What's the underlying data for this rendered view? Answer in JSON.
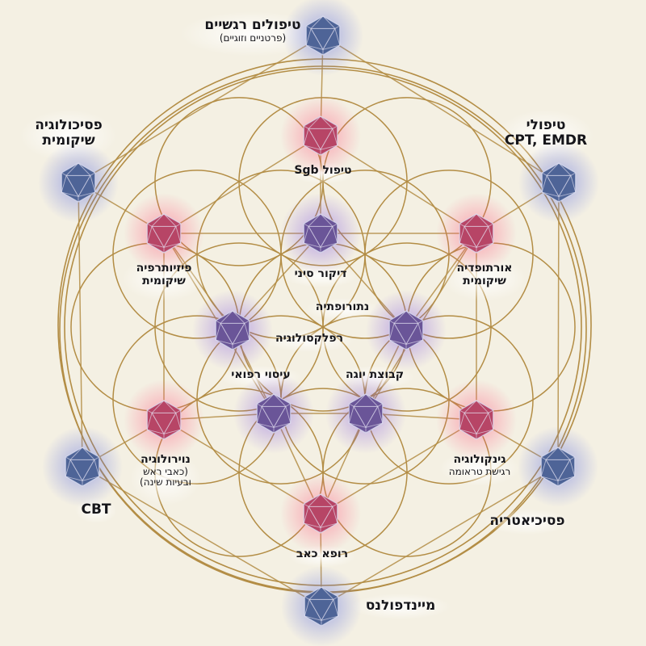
{
  "colors": {
    "background": "#f4f0e3",
    "lines": "#b38d45",
    "blue_node": "#4e6497",
    "pink_node": "#b74566",
    "purple_node": "#6a5598"
  },
  "nodes": {
    "emotional": {
      "color": "blue"
    },
    "somatic_psych": {
      "color": "blue"
    },
    "cpt_emdr": {
      "color": "blue"
    },
    "sgb": {
      "color": "pink"
    },
    "physio": {
      "color": "pink"
    },
    "chinese": {
      "color": "purple"
    },
    "ortho": {
      "color": "pink"
    },
    "reflex": {
      "color": "purple"
    },
    "naturo": {
      "color": "purple"
    },
    "massage": {
      "color": "purple"
    },
    "yoga": {
      "color": "purple"
    },
    "neuro": {
      "color": "pink"
    },
    "gyne": {
      "color": "pink"
    },
    "cbt": {
      "color": "blue"
    },
    "psychiatry": {
      "color": "blue"
    },
    "pain": {
      "color": "pink"
    },
    "mindfulness": {
      "color": "blue"
    }
  },
  "labels": {
    "emotional": {
      "line1": "טיפולים רגשיים",
      "sub": "(פרטניים וזוגיים)"
    },
    "somatic_psych": {
      "line1": "פסיכולוגיה",
      "line2": "שיקומית"
    },
    "cpt_emdr": {
      "line1": "טיפולי",
      "line2": "CPT, EMDR"
    },
    "sgb": {
      "line1": "טיפול Sgb"
    },
    "physio": {
      "line1": "פיזיותרפיה",
      "line2": "שיקומית"
    },
    "chinese": {
      "line1": "דיקור סיני"
    },
    "ortho": {
      "line1": "אורתופדיה",
      "line2": "שיקומית"
    },
    "naturo": {
      "line1": "נתורופתיה"
    },
    "reflex": {
      "line1": "רפלקסולוגיה"
    },
    "massage": {
      "line1": "עיסוי רפואי"
    },
    "yoga": {
      "line1": "קבוצת יוגה"
    },
    "neuro": {
      "line1": "נוירולוגיה",
      "sub1": "(כאבי ראש",
      "sub2": "ובעיות שינה)"
    },
    "gyne": {
      "line1": "גינקולוגיה",
      "sub": "רגישת טראומה"
    },
    "cbt": {
      "line1": "CBT"
    },
    "psychiatry": {
      "line1": "פסיכיאטריה"
    },
    "pain": {
      "line1": "רופא כאב"
    },
    "mindfulness": {
      "line1": "מיינדפולנס"
    }
  }
}
